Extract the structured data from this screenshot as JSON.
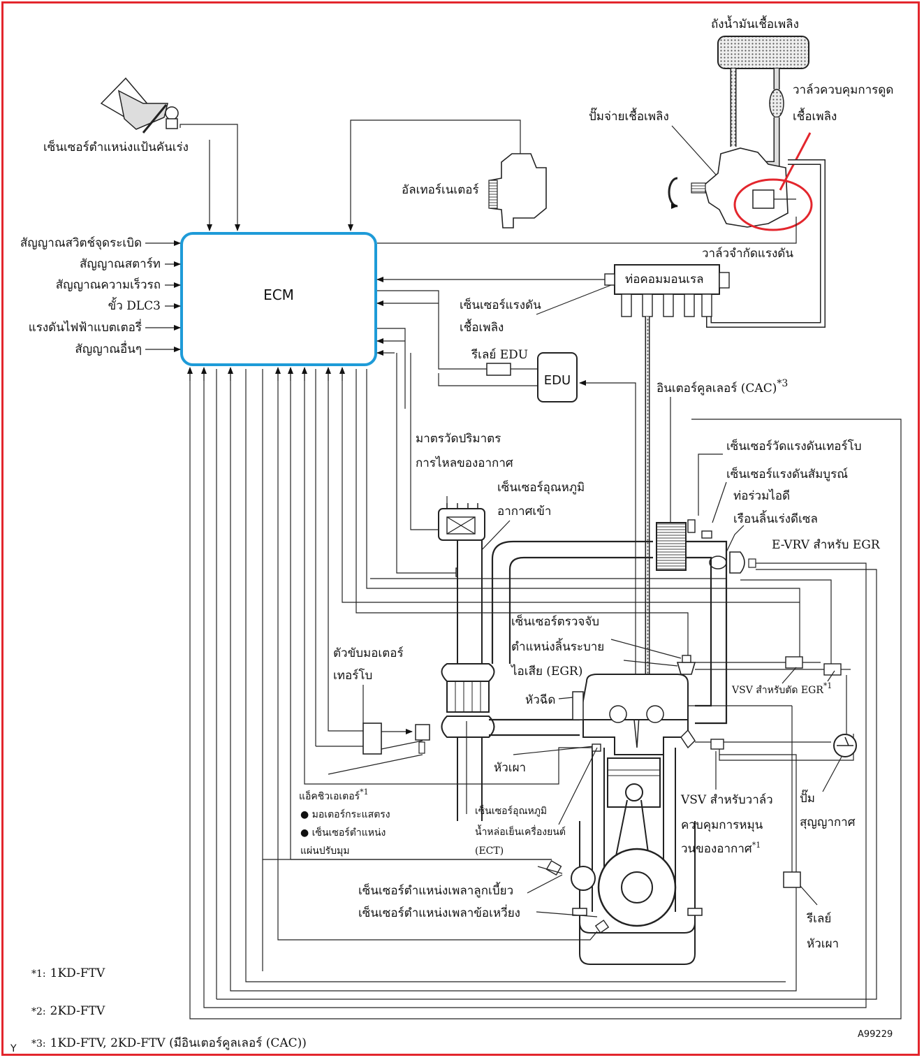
{
  "diagram": {
    "ecm_label": "ECM",
    "edu_label": "EDU",
    "left_inputs": [
      "สัญญาณสวิตช์จุดระเบิด",
      "สัญญาณสตาร์ท",
      "สัญญาณความเร็วรถ",
      "ขั้ว DLC3",
      "แรงดันไฟฟ้าแบตเตอรี่",
      "สัญญาณอื่นๆ"
    ],
    "labels": {
      "fuel_tank": "ถังน้ำมันเชื้อเพลิง",
      "suction_valve_1": "วาล์วควบคุมการดูด",
      "suction_valve_2": "เชื้อเพลิง",
      "supply_pump": "ปั๊มจ่ายเชื้อเพลิง",
      "accel_sensor": "เซ็นเซอร์ตำแหน่งแป้นคันเร่ง",
      "alternator": "อัลเทอร์เนเตอร์",
      "pressure_limiter": "วาล์วจำกัดแรงดัน",
      "common_rail": "ท่อคอมมอนเรล",
      "fuel_pressure_1": "เซ็นเซอร์แรงดัน",
      "fuel_pressure_2": "เชื้อเพลิง",
      "edu_relay": "รีเลย์ EDU",
      "intercooler": "อินเตอร์คูลเลอร์ (CAC)",
      "intercooler_sup": "*3",
      "turbo_pressure": "เซ็นเซอร์วัดแรงดันเทอร์โบ",
      "abs_pressure": "เซ็นเซอร์แรงดันสัมบูรณ์",
      "idle_manifold": "ท่อร่วมไอดี",
      "diesel_throttle": "เรือนลิ้นเร่งดีเซล",
      "evrv": "E-VRV สำหรับ EGR",
      "maf_1": "มาตรวัดปริมาตร",
      "maf_2": "การไหลของอากาศ",
      "iat_1": "เซ็นเซอร์อุณหภูมิ",
      "iat_2": "อากาศเข้า",
      "egr_pos_1": "เซ็นเซอร์ตรวจจับ",
      "egr_pos_2": "ตำแหน่งลิ้นระบาย",
      "egr_pos_3": "ไอเสีย (EGR)",
      "turbo_driver_1": "ตัวขับมอเตอร์",
      "turbo_driver_2": "เทอร์โบ",
      "injector": "หัวฉีด",
      "vsv_egr_cut": "VSV สำหรับตัด EGR",
      "vsv_egr_cut_sup": "*1",
      "glow_plug": "หัวเผา",
      "actuator": "แอ็คชิวเอเตอร์",
      "actuator_sup": "*1",
      "actuator_item_1": "มอเตอร์กระแสตรง",
      "actuator_item_2": "เซ็นเซอร์ตำแหน่ง",
      "actuator_item_3": "แผ่นปรับมุม",
      "ect_1": "เซ็นเซอร์อุณหภูมิ",
      "ect_2": "น้ำหล่อเย็นเครื่องยนต์",
      "ect_3": "(ECT)",
      "vsv_swirl_1": "VSV สำหรับวาล์ว",
      "vsv_swirl_2": "ควบคุมการหมุน",
      "vsv_swirl_3": "วนของอากาศ",
      "vsv_swirl_sup": "*1",
      "vacuum_pump_1": "ปั๊ม",
      "vacuum_pump_2": "สุญญากาศ",
      "cam_sensor": "เซ็นเซอร์ตำแหน่งเพลาลูกเบี้ยว",
      "crank_sensor": "เซ็นเซอร์ตำแหน่งเพลาข้อเหวี่ยง",
      "glow_relay_1": "รีเลย์",
      "glow_relay_2": "หัวเผา"
    },
    "footnotes": [
      {
        "mark": "*1:",
        "text": "1KD-FTV"
      },
      {
        "mark": "*2:",
        "text": "2KD-FTV"
      },
      {
        "mark": "*3:",
        "text": "1KD-FTV, 2KD-FTV (มีอินเตอร์คูลเลอร์ (CAC))"
      }
    ],
    "figure_code": "A99229",
    "corner_mark": "Y",
    "colors": {
      "frame": "#e3262d",
      "ecm_border": "#1e9bd8",
      "highlight": "#e3262d"
    }
  }
}
